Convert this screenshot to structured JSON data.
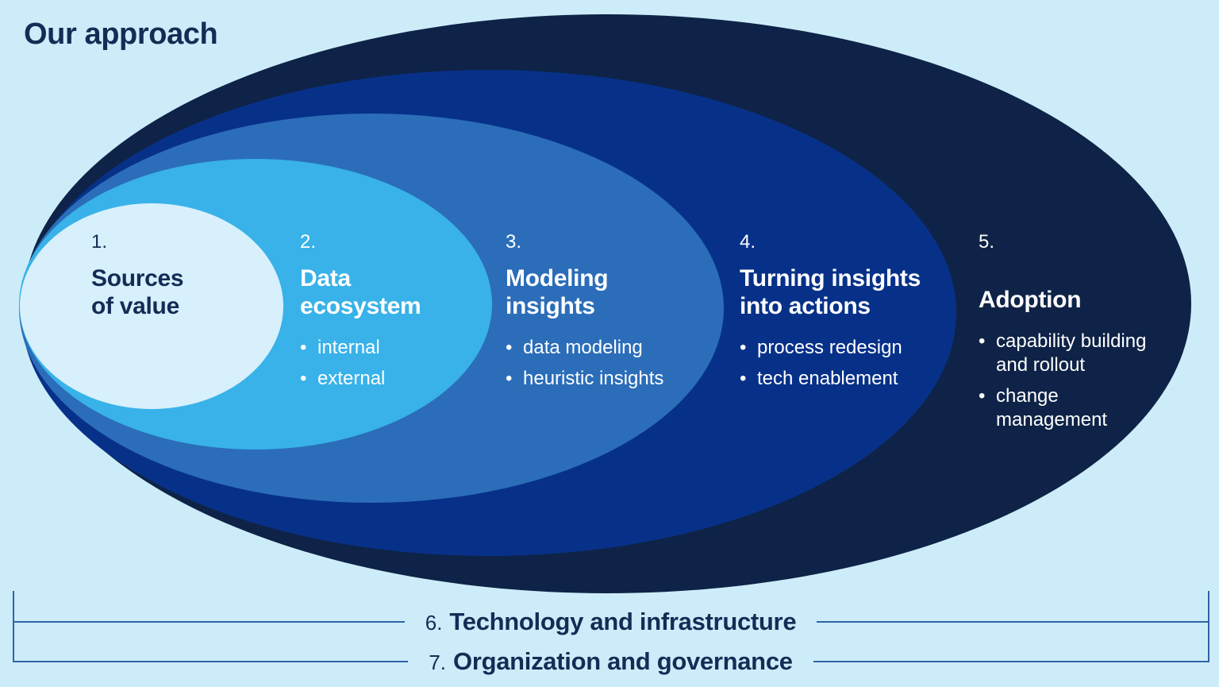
{
  "title": "Our approach",
  "bullet_char": "•",
  "colors": {
    "background": "#cdecf9",
    "title_text": "#142c55",
    "bracket_line": "#2f64a5",
    "stage_text_dark": "#142c55",
    "stage_text_light": "#ffffff",
    "stage_fills": [
      "#d7f0fb",
      "#38b2e9",
      "#2b6db9",
      "#073189",
      "#0e2347"
    ]
  },
  "stages": [
    {
      "number": "1.",
      "heading": "Sources\nof value",
      "bullets": []
    },
    {
      "number": "2.",
      "heading": "Data\necosystem",
      "bullets": [
        "internal",
        "external"
      ]
    },
    {
      "number": "3.",
      "heading": "Modeling\ninsights",
      "bullets": [
        "data modeling",
        "heuristic insights"
      ]
    },
    {
      "number": "4.",
      "heading": "Turning insights\ninto actions",
      "bullets": [
        "process redesign",
        "tech enablement"
      ]
    },
    {
      "number": "5.",
      "heading": "Adoption",
      "bullets": [
        "capability building\nand rollout",
        "change\nmanagement"
      ]
    }
  ],
  "foundations": [
    {
      "number": "6.",
      "label": "Technology and infrastructure"
    },
    {
      "number": "7.",
      "label": "Organization and governance"
    }
  ]
}
